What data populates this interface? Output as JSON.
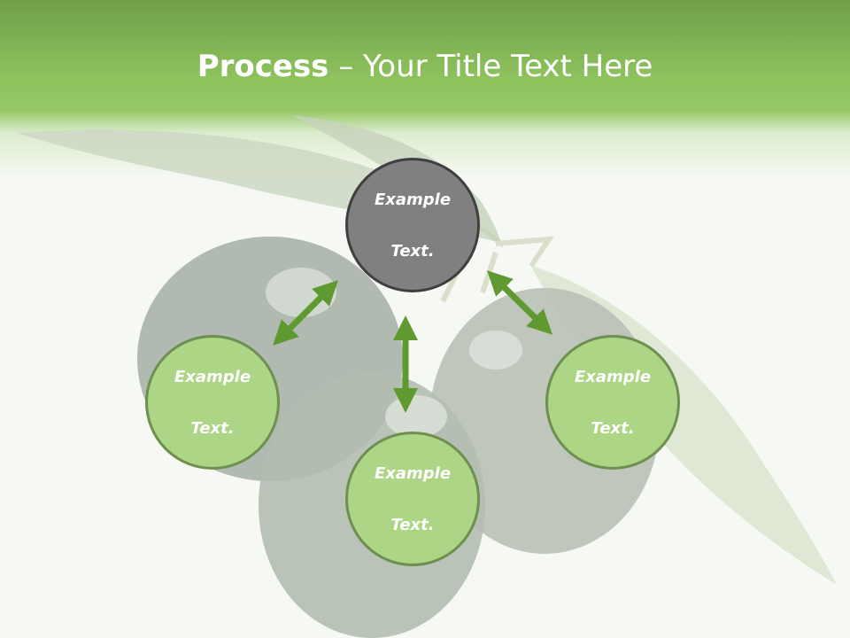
{
  "title": {
    "bold": "Process",
    "rest": " – Your Title Text Here"
  },
  "diagram": {
    "center": {
      "line1": "Example",
      "line2": "Text."
    },
    "left": {
      "line1": "Example",
      "line2": "Text."
    },
    "bottom": {
      "line1": "Example",
      "line2": "Text."
    },
    "right": {
      "line1": "Example",
      "line2": "Text."
    }
  },
  "colors": {
    "header_green": "#8fc35e",
    "arrow_green": "#5e9a2f",
    "node_green": "#acd585",
    "node_gray": "#808080"
  }
}
